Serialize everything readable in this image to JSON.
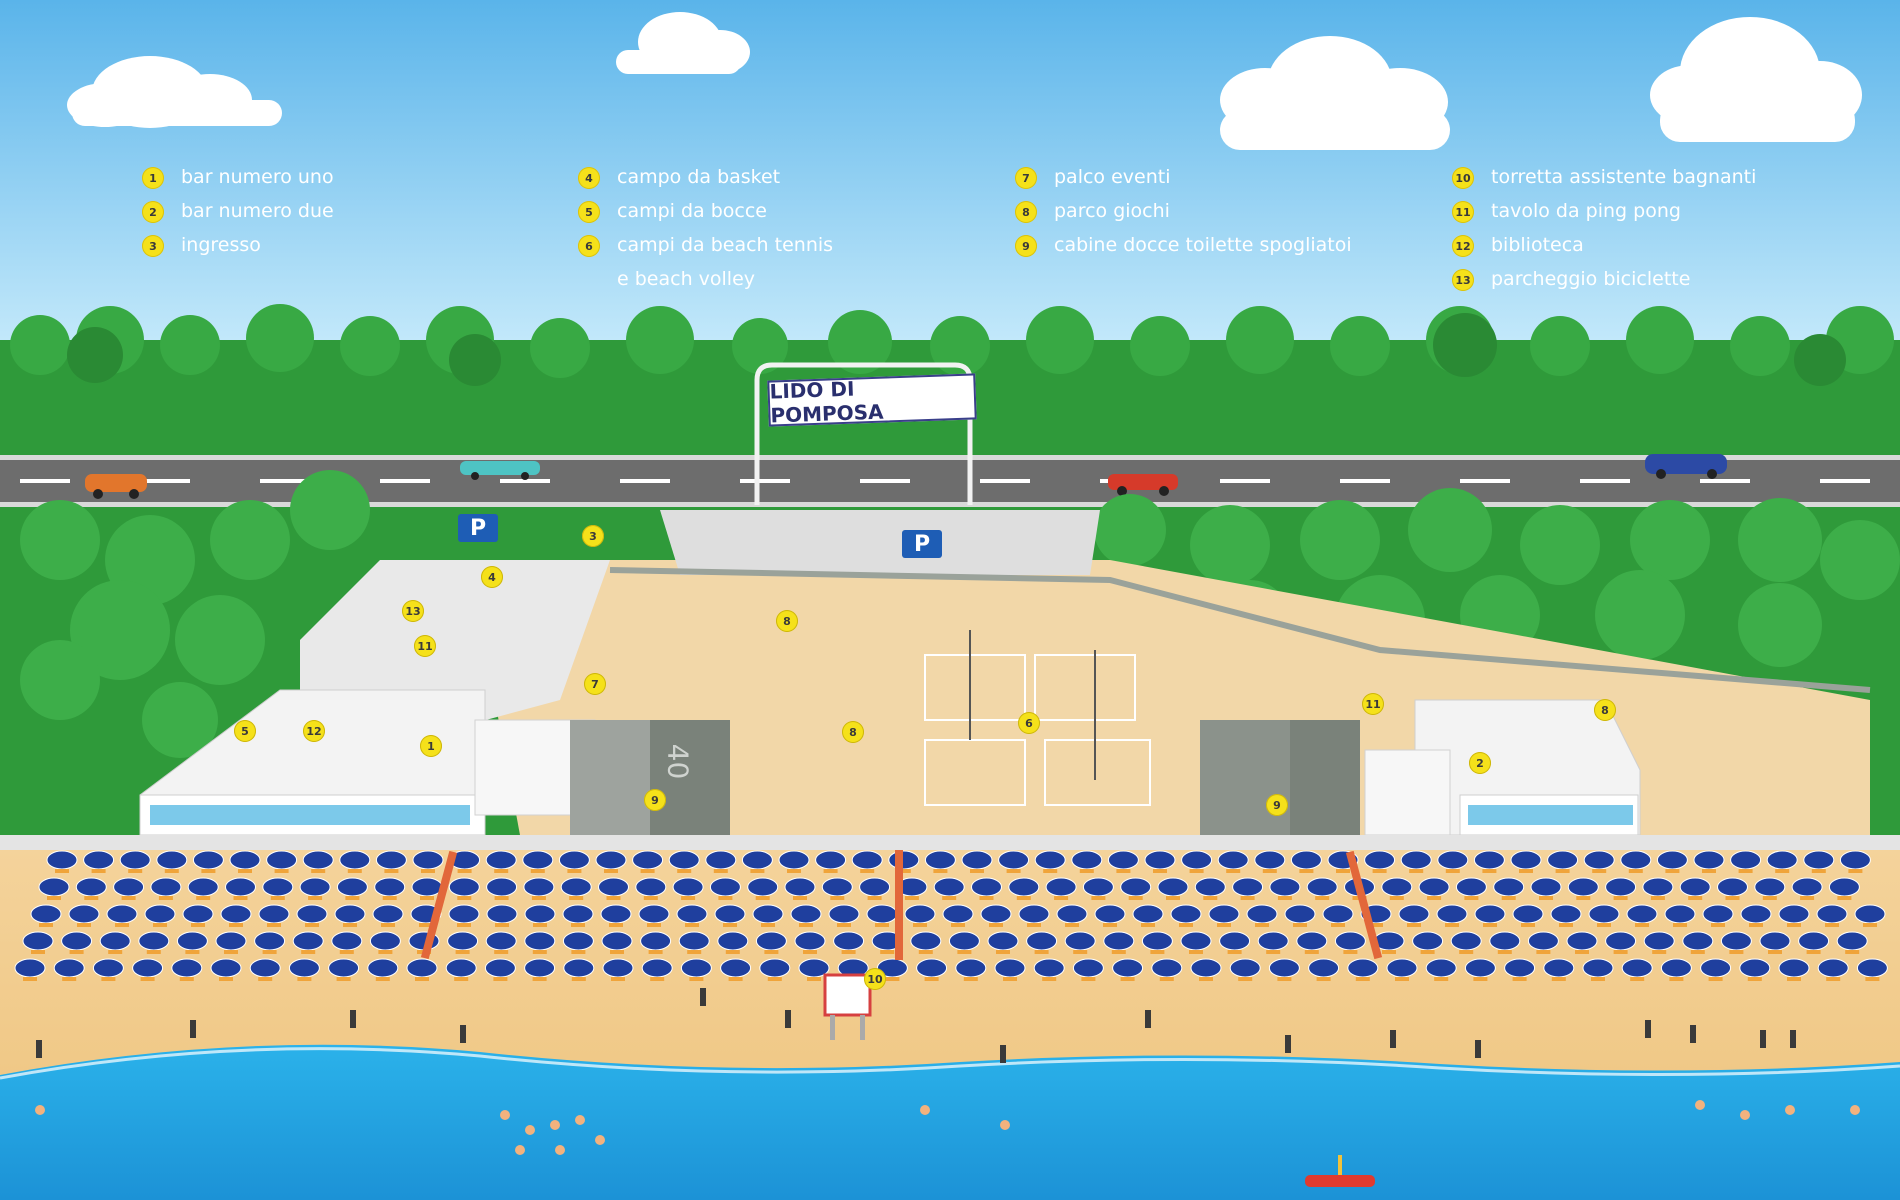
{
  "legend": [
    {
      "num": "1",
      "label": "bar numero uno"
    },
    {
      "num": "2",
      "label": "bar numero due"
    },
    {
      "num": "3",
      "label": "ingresso"
    },
    {
      "num": "4",
      "label": "campo da basket"
    },
    {
      "num": "5",
      "label": "campi da bocce"
    },
    {
      "num": "6",
      "label": "campi da beach tennis",
      "label2": "e beach volley"
    },
    {
      "num": "7",
      "label": "palco eventi"
    },
    {
      "num": "8",
      "label": "parco giochi"
    },
    {
      "num": "9",
      "label": "cabine docce toilette spogliatoi"
    },
    {
      "num": "10",
      "label": "torretta assistente bagnanti"
    },
    {
      "num": "11",
      "label": "tavolo da ping pong"
    },
    {
      "num": "12",
      "label": "biblioteca"
    },
    {
      "num": "13",
      "label": "parcheggio biciclette"
    }
  ],
  "sign": {
    "text": "LIDO DI POMPOSA"
  },
  "parking": {
    "label": "P"
  },
  "court_number": "40",
  "markers": {
    "m1": "1",
    "m2": "2",
    "m3": "3",
    "m4": "4",
    "m5": "5",
    "m6": "6",
    "m7": "7",
    "m8a": "8",
    "m8b": "8",
    "m8c": "8",
    "m9a": "9",
    "m9b": "9",
    "m10": "10",
    "m11a": "11",
    "m11b": "11",
    "m12": "12",
    "m13": "13"
  },
  "colors": {
    "sky_top": "#5ab4ea",
    "sky_bottom": "#c8ebfb",
    "forest": "#2f9a3a",
    "road": "#6d6d6d",
    "sand": "#f3cf95",
    "sea": "#27a9e5",
    "umbrella": "#1f3f9e",
    "legend_badge": "#f5e11a"
  }
}
